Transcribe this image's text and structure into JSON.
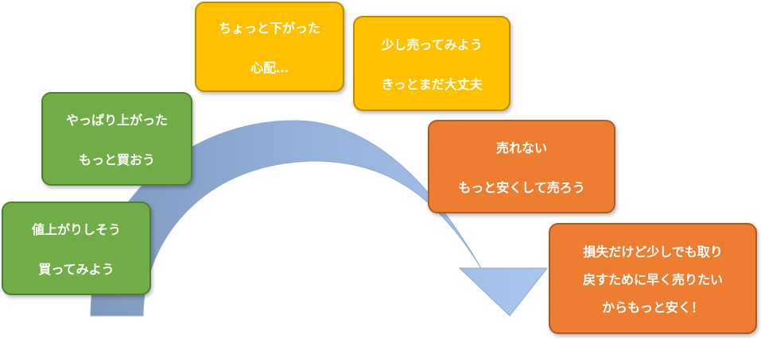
{
  "diagram": {
    "colors": {
      "arrow_dark": "#7f98bd",
      "arrow_light": "#a9c7ee",
      "green": "#70ad47",
      "yellow": "#ffc000",
      "orange": "#ed7d31"
    },
    "boxes": [
      {
        "lines": [
          "値上がりしそう",
          "買ってみよう"
        ]
      },
      {
        "lines": [
          "やっぱり上がった",
          "もっと買おう"
        ]
      },
      {
        "lines": [
          "ちょっと下がった",
          "心配…"
        ]
      },
      {
        "lines": [
          "少し売ってみよう",
          "きっとまだ大丈夫"
        ]
      },
      {
        "lines": [
          "売れない",
          "もっと安くして売ろう"
        ]
      },
      {
        "lines": [
          "損失だけど少しでも取り",
          "戻すために早く売りたい",
          "からもっと安く！"
        ]
      }
    ]
  }
}
